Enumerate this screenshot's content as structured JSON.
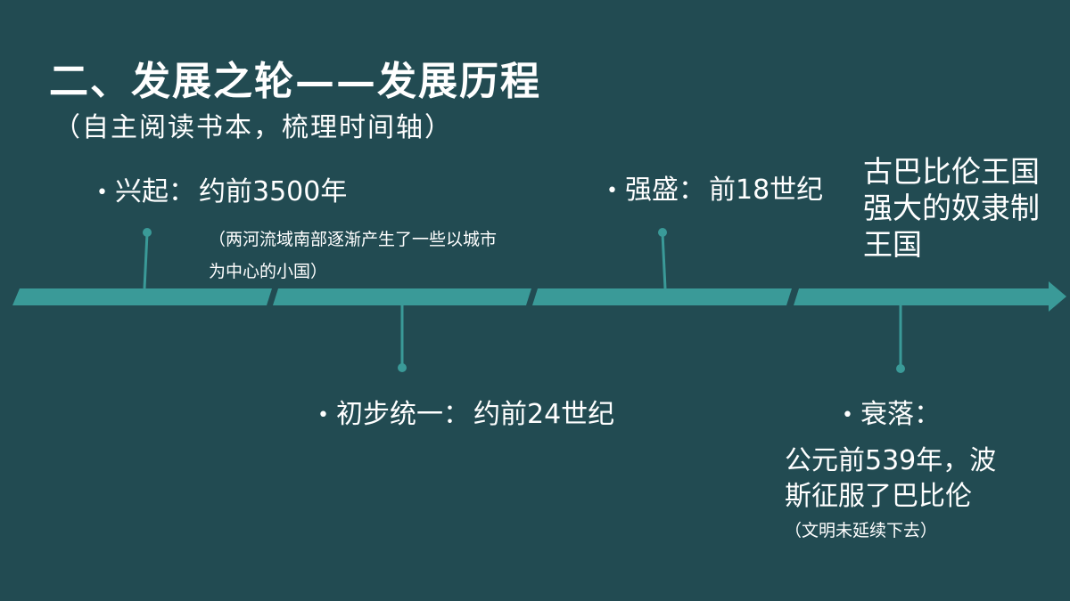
{
  "slide": {
    "title": "二、发展之轮——发展历程",
    "subtitle": "（自主阅读书本，梳理时间轴）"
  },
  "events": {
    "rise": {
      "label": "兴起：",
      "value": "约前3500年",
      "note_line1": "（两河流域南部逐渐产生了一些以城市",
      "note_line2": "为中心的小国）"
    },
    "unification": {
      "label": "初步统一：",
      "value": "约前24世纪"
    },
    "prosperity": {
      "label": "强盛：",
      "value": "前18世纪"
    },
    "babylon": {
      "line1": "古巴比伦王国",
      "line2": "强大的奴隶制",
      "line3": "王国"
    },
    "decline": {
      "label": "衰落：",
      "line1": "公元前539年，波",
      "line2": "斯征服了巴比伦",
      "note": "（文明未延续下去）"
    }
  },
  "colors": {
    "background": "#224b52",
    "timeline": "#3a9a98",
    "text": "#ffffff"
  },
  "bullet_symbol": "•"
}
